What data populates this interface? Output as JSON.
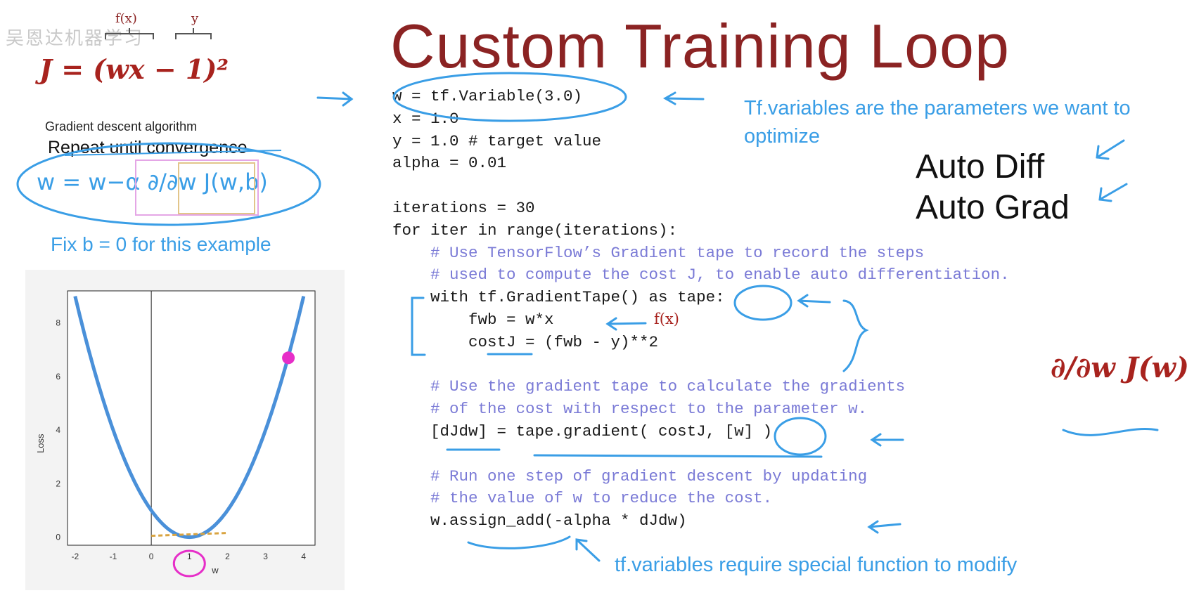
{
  "slide": {
    "title": "Custom Training Loop",
    "watermark": "吴恩达机器学习",
    "formula": {
      "text": "J = (wx − 1)²",
      "fx_label": "f(x)",
      "y_label": "y"
    },
    "gradient_descent": {
      "heading": "Gradient descent algorithm",
      "repeat": "Repeat until convergence",
      "update_rule": "w = w−α ∂/∂w J(w,b)",
      "note": "Fix b = 0 for this example"
    },
    "code_lines": [
      {
        "text": "w = tf.Variable(3.0)",
        "type": "code"
      },
      {
        "text": "x = 1.0",
        "type": "code"
      },
      {
        "text": "y = 1.0 # target value",
        "type": "code"
      },
      {
        "text": "alpha = 0.01",
        "type": "code"
      },
      {
        "text": "",
        "type": "code"
      },
      {
        "text": "iterations = 30",
        "type": "code"
      },
      {
        "text": "for iter in range(iterations):",
        "type": "code"
      },
      {
        "text": "    # Use TensorFlow’s Gradient tape to record the steps",
        "type": "comment"
      },
      {
        "text": "    # used to compute the cost J, to enable auto differentiation.",
        "type": "comment"
      },
      {
        "text": "    with tf.GradientTape() as tape:",
        "type": "code"
      },
      {
        "text": "        fwb = w*x",
        "type": "code"
      },
      {
        "text": "        costJ = (fwb - y)**2",
        "type": "code"
      },
      {
        "text": "",
        "type": "code"
      },
      {
        "text": "    # Use the gradient tape to calculate the gradients",
        "type": "comment"
      },
      {
        "text": "    # of the cost with respect to the parameter w.",
        "type": "comment"
      },
      {
        "text": "    [dJdw] = tape.gradient( costJ, [w] )",
        "type": "code"
      },
      {
        "text": "",
        "type": "code"
      },
      {
        "text": "    # Run one step of gradient descent by updating",
        "type": "comment"
      },
      {
        "text": "    # the value of w to reduce the cost.",
        "type": "comment"
      },
      {
        "text": "    w.assign_add(-alpha * dJdw)",
        "type": "code"
      }
    ],
    "notes": {
      "tf_variables": "Tf.variables are the parameters we want to optimize",
      "auto_diff": "Auto Diff",
      "auto_grad": "Auto Grad",
      "fx_handwritten": "f(x)",
      "derivative": "∂/∂w J(w)",
      "special_function": "tf.variables require special function to modify"
    },
    "colors": {
      "title": "#8b2323",
      "annotation_blue": "#3a9ee6",
      "comment": "#7a7ad6",
      "math_red": "#a8231e",
      "magenta": "#e62ec8"
    }
  },
  "chart_data": {
    "type": "line",
    "xlabel": "w",
    "ylabel": "Loss",
    "xlim": [
      -2.2,
      4.3
    ],
    "ylim": [
      -0.3,
      9.2
    ],
    "x_ticks": [
      "-2",
      "-1",
      "0",
      "1",
      "2",
      "3",
      "4"
    ],
    "y_ticks": [
      "0",
      "2",
      "4",
      "6",
      "8"
    ],
    "series": [
      {
        "x": [
          -2.0,
          -1.5,
          -1.0,
          -0.5,
          0.0,
          0.5,
          1.0,
          1.5,
          2.0,
          2.5,
          3.0,
          3.5,
          4.0
        ],
        "y": [
          9.0,
          6.25,
          4.0,
          2.25,
          1.0,
          0.25,
          0.0,
          0.25,
          1.0,
          2.25,
          4.0,
          6.25,
          9.0
        ]
      }
    ],
    "marker": {
      "x": 3.6,
      "y": 6.7
    }
  }
}
